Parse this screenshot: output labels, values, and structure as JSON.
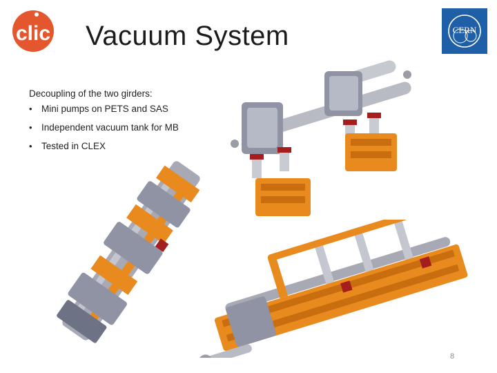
{
  "slide": {
    "title": "Vacuum System",
    "subtitle": "Decoupling of the two girders:",
    "bullets": [
      "Mini pumps on PETS and SAS",
      "Independent vacuum tank for MB",
      "Tested in CLEX"
    ],
    "page_number": "8"
  },
  "logos": {
    "left": {
      "icon": "clic-logo",
      "text": "clic",
      "color": "#e4572e"
    },
    "right": {
      "icon": "cern-logo",
      "text": "CERN",
      "color": "#1f5fa8"
    }
  },
  "images": [
    {
      "icon": "module-render-top-right"
    },
    {
      "icon": "module-render-left-diagonal"
    },
    {
      "icon": "module-render-bottom-right"
    }
  ],
  "colors": {
    "orange": "#e98a1e",
    "grey": "#a7a9b4",
    "red": "#a51d1d"
  }
}
